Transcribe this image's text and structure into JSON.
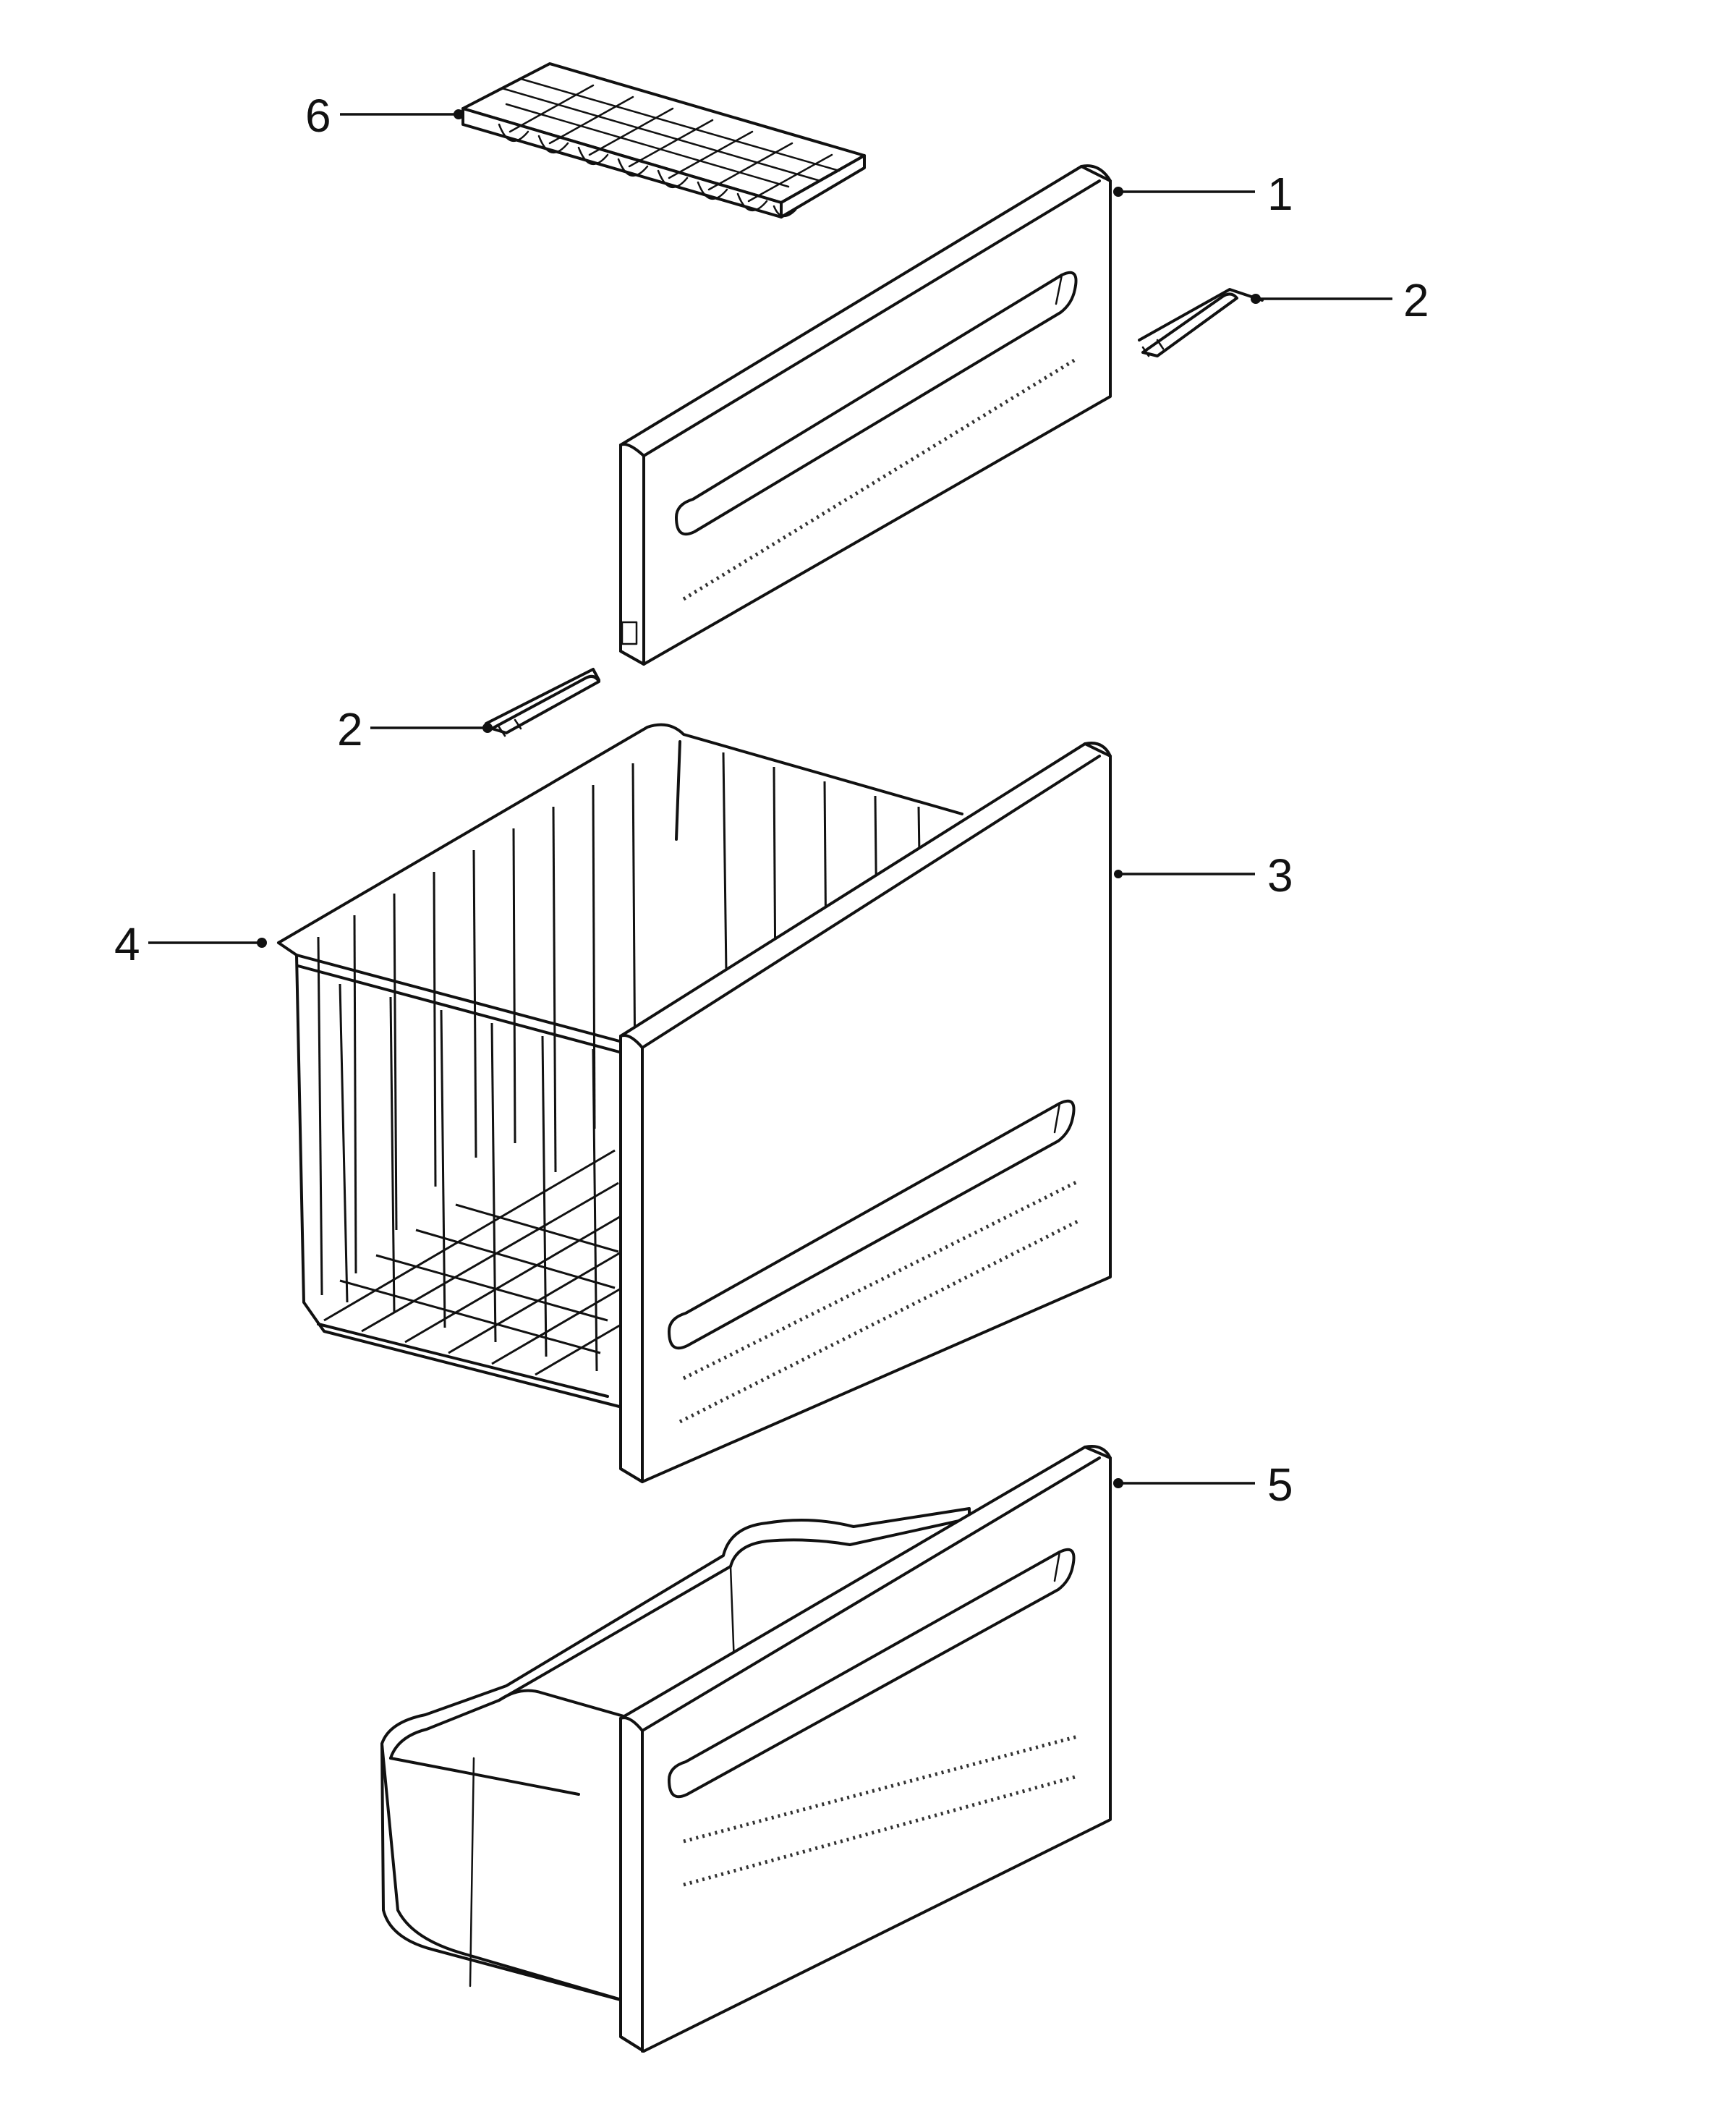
{
  "diagram": {
    "callouts": {
      "ice_tray": "6",
      "upper_front_panel": "1",
      "slide_right": "2",
      "slide_left": "2",
      "basket_front_panel": "3",
      "wire_basket": "4",
      "pan_front_panel": "5"
    },
    "colors": {
      "line": "#111111",
      "background": "#ffffff"
    }
  }
}
